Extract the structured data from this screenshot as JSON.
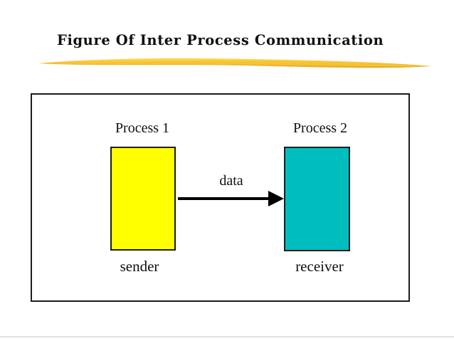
{
  "slide": {
    "title": "Figure Of Inter Process Communication",
    "diagram": {
      "process1": {
        "label": "Process 1",
        "role_label": "sender",
        "fill": "#FFFF00"
      },
      "process2": {
        "label": "Process 2",
        "role_label": "receiver",
        "fill": "#00BEBE"
      },
      "arrow": {
        "label": "data",
        "direction": "left-to-right",
        "color": "#000000"
      }
    },
    "colors": {
      "title_text": "#111111",
      "swoosh_gold": "#E9A826",
      "swoosh_gold_light": "#FFD94F",
      "frame_border": "#1C1C1C",
      "background": "#FFFFFF",
      "bottom_rule": "#E2E2E2"
    }
  }
}
